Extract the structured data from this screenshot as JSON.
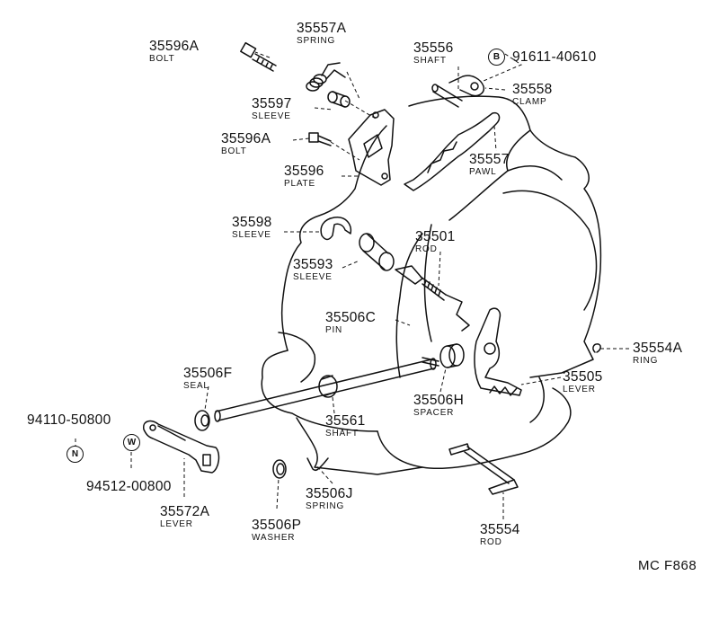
{
  "parts": [
    {
      "number": "35596A",
      "name": "BOLT"
    },
    {
      "number": "35557A",
      "name": "SPRING"
    },
    {
      "number": "35597",
      "name": "SLEEVE"
    },
    {
      "number": "35596A",
      "name": "BOLT"
    },
    {
      "number": "35596",
      "name": "PLATE"
    },
    {
      "number": "35556",
      "name": "SHAFT"
    },
    {
      "number": "35558",
      "name": "CLAMP"
    },
    {
      "number": "35557",
      "name": "PAWL"
    },
    {
      "number": "35598",
      "name": "SLEEVE"
    },
    {
      "number": "35593",
      "name": "SLEEVE"
    },
    {
      "number": "35501",
      "name": "ROD"
    },
    {
      "number": "35506C",
      "name": "PIN"
    },
    {
      "number": "35554A",
      "name": "RING"
    },
    {
      "number": "35505",
      "name": "LEVER"
    },
    {
      "number": "35506F",
      "name": "SEAL"
    },
    {
      "number": "35506H",
      "name": "SPACER"
    },
    {
      "number": "35561",
      "name": "SHAFT"
    },
    {
      "number": "35572A",
      "name": "LEVER"
    },
    {
      "number": "35506J",
      "name": "SPRING"
    },
    {
      "number": "35506P",
      "name": "WASHER"
    },
    {
      "number": "35554",
      "name": "ROD"
    }
  ],
  "hardware": [
    {
      "symbol": "B",
      "number": "91611-40610"
    },
    {
      "symbol": "N",
      "number": "94110-50800"
    },
    {
      "symbol": "W",
      "number": "94512-00800"
    }
  ],
  "diagram_code": "MC F868"
}
